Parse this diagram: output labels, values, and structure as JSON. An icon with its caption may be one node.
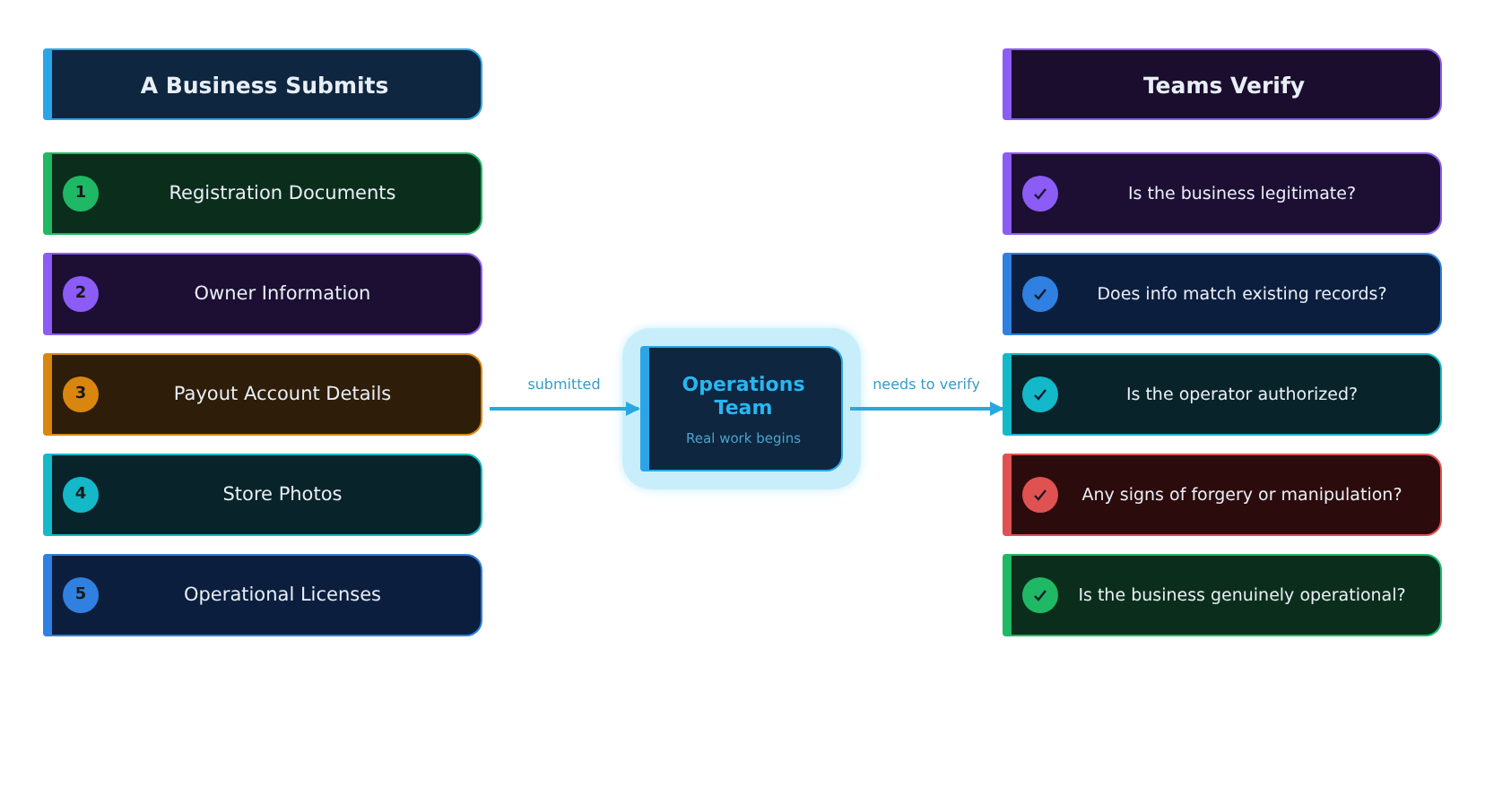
{
  "diagram": {
    "nodes": [
      {
        "text": [
          "A Business Submits"
        ]
      },
      {
        "text": [
          "1",
          "Registration Documents"
        ]
      },
      {
        "text": [
          "2",
          "Owner Information"
        ]
      },
      {
        "text": [
          "3",
          "Payout Account Details"
        ]
      },
      {
        "text": [
          "4",
          "Store Photos"
        ]
      },
      {
        "text": [
          "5",
          "Operational Licenses"
        ]
      },
      {
        "text": [
          "Operations Team",
          "Real work begins"
        ]
      },
      {
        "text": [
          "Teams Verify"
        ]
      },
      {
        "text": [
          "Is the business legitimate?"
        ]
      },
      {
        "text": [
          "Does info match existing records?"
        ]
      },
      {
        "text": [
          "Is the operator authorized?"
        ]
      },
      {
        "text": [
          "Any signs of forgery or manipulation?"
        ]
      },
      {
        "text": [
          "Is the business genuinely operational?"
        ]
      }
    ],
    "edges": [
      {
        "from": 3,
        "to": 6,
        "arrow": "to",
        "label": "submitted"
      },
      {
        "from": 6,
        "to": 10,
        "arrow": "to",
        "label": "needs to verify"
      }
    ]
  }
}
